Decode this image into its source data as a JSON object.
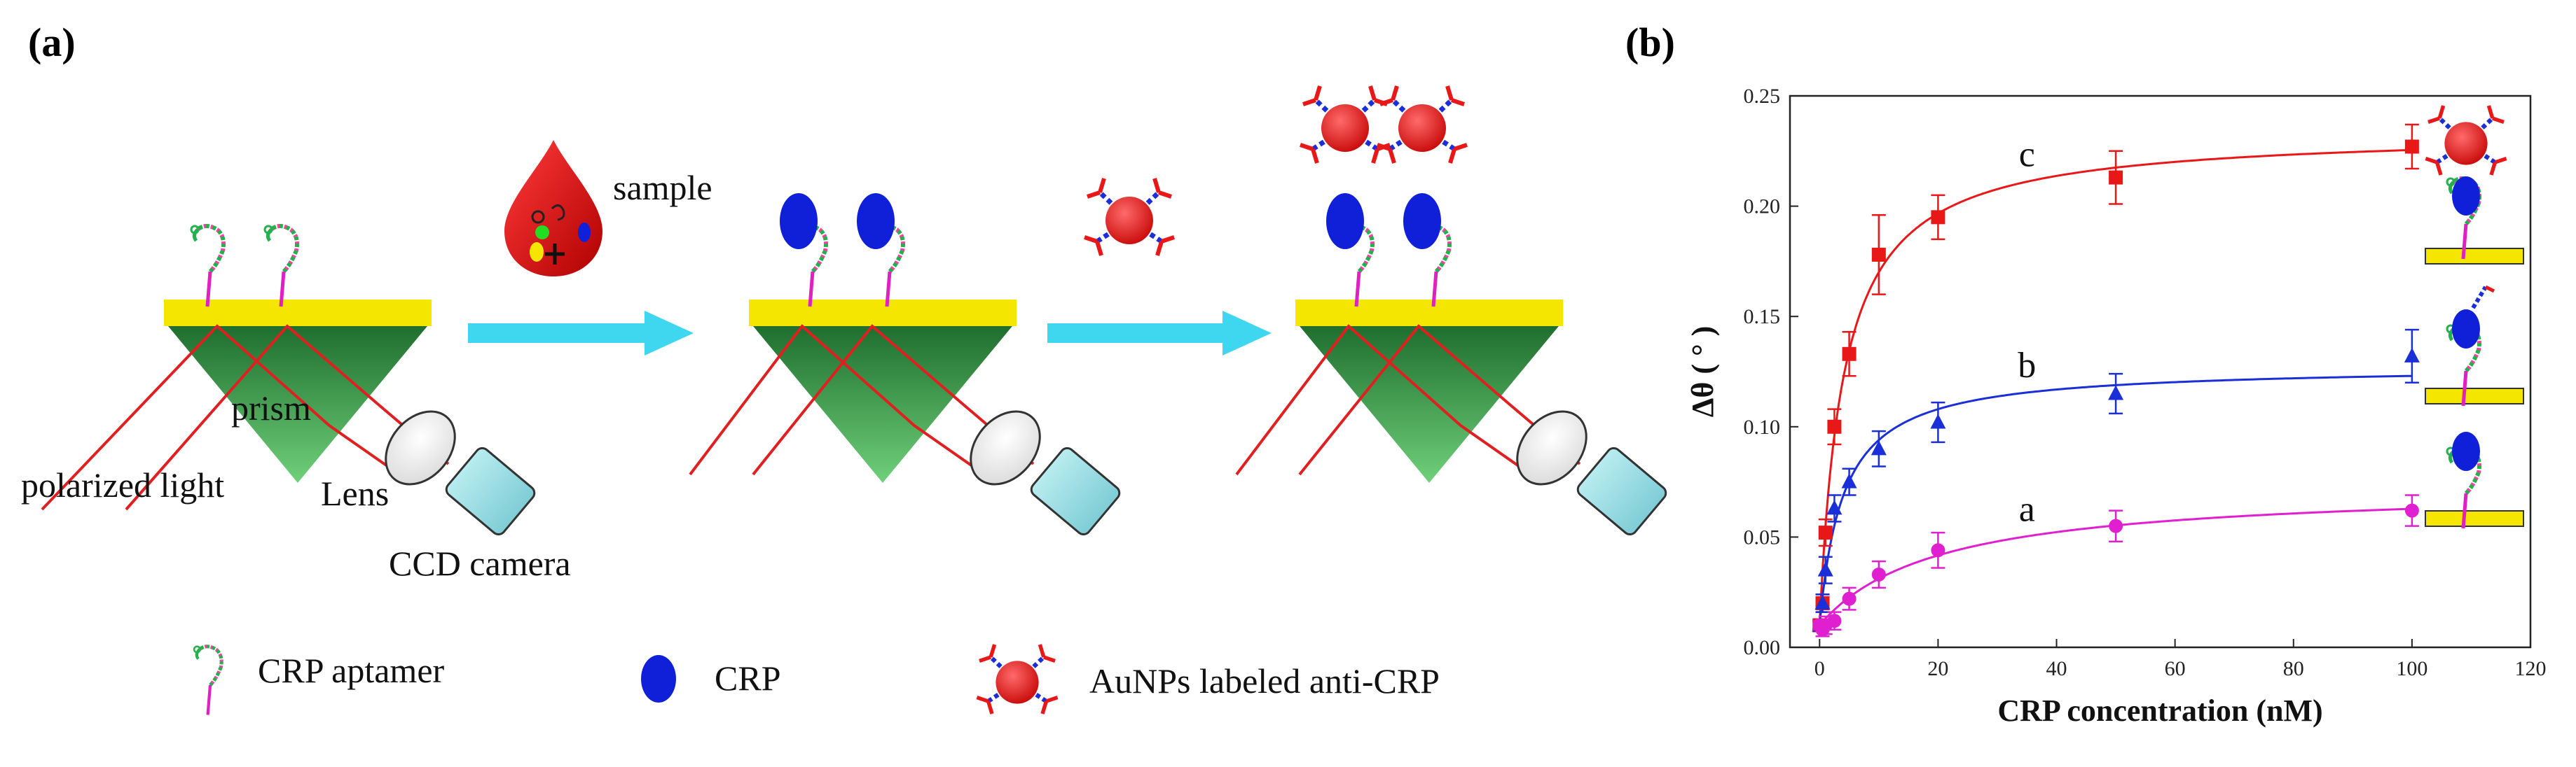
{
  "panel_a": {
    "tag": "(a)",
    "labels": {
      "sample": "sample",
      "prism": "prism",
      "polarized_light": "polarized light",
      "lens": "Lens",
      "ccd_camera": "CCD camera"
    },
    "legend": {
      "aptamer": "CRP aptamer",
      "crp": "CRP",
      "aunp": "AuNPs labeled anti-CRP"
    },
    "colors": {
      "gold_film": "#f5e600",
      "prism_green": "#2e8b3a",
      "laser_red": "#e02020",
      "arrow_cyan": "#3fd6f0",
      "crp_blue": "#1020d8",
      "aunp_red": "#e81818",
      "blood_red": "#d81010"
    }
  },
  "panel_b": {
    "tag": "(b)"
  },
  "chart_data": {
    "type": "scatter",
    "xlabel": "CRP concentration (nM)",
    "ylabel": "Δθ ( ° )",
    "xlim": [
      -5,
      120
    ],
    "ylim": [
      0,
      0.25
    ],
    "xticks": [
      "0",
      "20",
      "40",
      "60",
      "80",
      "100",
      "120"
    ],
    "yticks": [
      "0.00",
      "0.05",
      "0.10",
      "0.15",
      "0.20",
      "0.25"
    ],
    "series": [
      {
        "name": "c",
        "color": "#e81818",
        "marker": "square",
        "x": [
          0,
          0.5,
          1,
          2.5,
          5,
          10,
          20,
          50,
          100
        ],
        "y": [
          0.01,
          0.02,
          0.052,
          0.1,
          0.133,
          0.178,
          0.195,
          0.213,
          0.227
        ],
        "err": [
          0.002,
          0.004,
          0.006,
          0.008,
          0.01,
          0.018,
          0.01,
          0.012,
          0.01
        ]
      },
      {
        "name": "b",
        "color": "#1a2fd8",
        "marker": "triangle",
        "x": [
          0,
          0.5,
          1,
          2.5,
          5,
          10,
          20,
          50,
          100
        ],
        "y": [
          0.01,
          0.02,
          0.035,
          0.063,
          0.075,
          0.09,
          0.102,
          0.115,
          0.132
        ],
        "err": [
          0.002,
          0.004,
          0.006,
          0.006,
          0.006,
          0.008,
          0.009,
          0.009,
          0.012
        ]
      },
      {
        "name": "a",
        "color": "#e020d0",
        "marker": "circle",
        "x": [
          0,
          0.5,
          1,
          2.5,
          5,
          10,
          20,
          50,
          100
        ],
        "y": [
          0.01,
          0.008,
          0.01,
          0.012,
          0.022,
          0.033,
          0.044,
          0.055,
          0.062
        ],
        "err": [
          0.002,
          0.003,
          0.004,
          0.004,
          0.005,
          0.006,
          0.008,
          0.007,
          0.007
        ]
      }
    ]
  }
}
